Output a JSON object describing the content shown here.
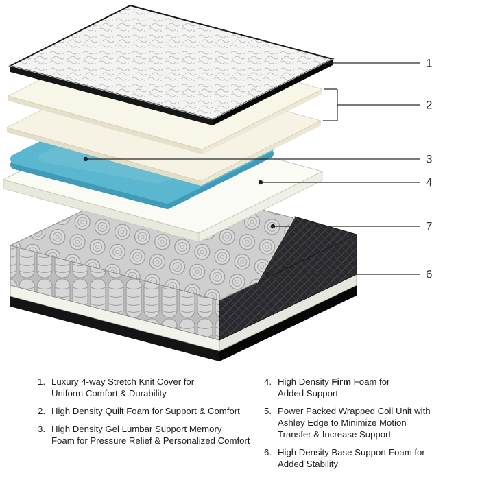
{
  "diagram": {
    "callouts": {
      "c1": "1",
      "c2": "2",
      "c3": "3",
      "c4": "4",
      "c7": "7",
      "c6": "6"
    },
    "colors": {
      "gel_blue": "#5bb6d0",
      "gel_blue_dark": "#3f9bb7",
      "foam_cream": "#f7f4e6",
      "foam_white": "#fbfbf6",
      "coil_gray": "#cfcfcf",
      "edge_fabric_dark": "#2a2a2e",
      "callout_line": "#2b2b2b",
      "background": "#ffffff"
    }
  },
  "legend": {
    "left": [
      {
        "num": "1.",
        "pre": "Luxury 4-way Stretch Knit Cover for\nUniform Comfort & Durability",
        "bold": "",
        "post": ""
      },
      {
        "num": "2.",
        "pre": "High Density Quilt Foam for Support & Comfort",
        "bold": "",
        "post": ""
      },
      {
        "num": "3.",
        "pre": "High Density Gel Lumbar Support Memory\nFoam for Pressure Relief & Personalized Comfort",
        "bold": "",
        "post": ""
      }
    ],
    "right": [
      {
        "num": "4.",
        "pre": "High Density ",
        "bold": "Firm",
        "post": " Foam for\nAdded Support"
      },
      {
        "num": "5.",
        "pre": "Power Packed Wrapped Coil Unit with\nAshley Edge to Minimize Motion\nTransfer & Increase Support",
        "bold": "",
        "post": ""
      },
      {
        "num": "6.",
        "pre": "High Density Base Support Foam for\nAdded Stability",
        "bold": "",
        "post": ""
      }
    ]
  }
}
